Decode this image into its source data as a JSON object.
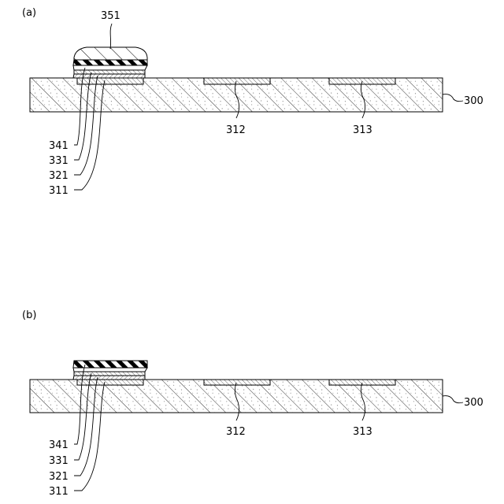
{
  "panel_a": {
    "label": "(a)",
    "labels": {
      "cap": "351",
      "substrate": "300",
      "pad_mid": "312",
      "pad_right": "313",
      "stack_341": "341",
      "stack_331": "331",
      "stack_321": "321",
      "stack_311": "311"
    }
  },
  "panel_b": {
    "label": "(b)",
    "labels": {
      "substrate": "300",
      "pad_mid": "312",
      "pad_right": "313",
      "stack_341": "341",
      "stack_331": "331",
      "stack_321": "321",
      "stack_311": "311"
    }
  }
}
